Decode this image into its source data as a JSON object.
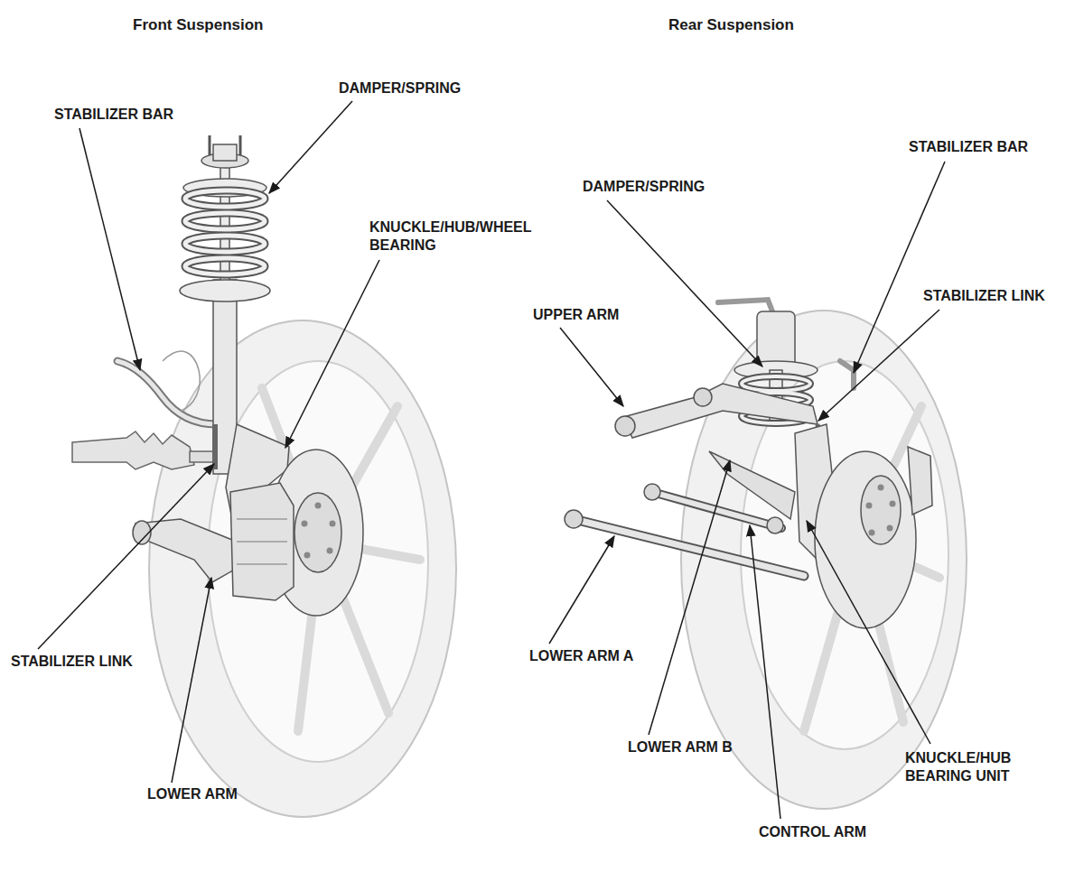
{
  "diagram": {
    "labels": [
      "Front Suspension",
      "Rear Suspension",
      "STABILIZER BAR",
      "DAMPER/SPRING",
      "KNUCKLE/HUB/WHEEL BEARING",
      "STABILIZER LINK",
      "LOWER ARM",
      "DAMPER/SPRING",
      "STABILIZER BAR",
      "STABILIZER LINK",
      "UPPER ARM",
      "LOWER ARM A",
      "LOWER ARM B",
      "CONTROL ARM",
      "KNUCKLE/HUB BEARING UNIT"
    ]
  }
}
